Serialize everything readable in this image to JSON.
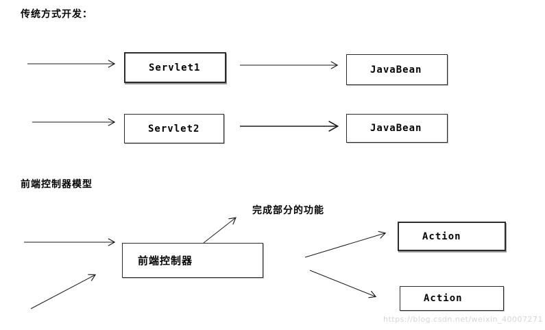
{
  "sections": {
    "traditional": {
      "title": "传统方式开发：",
      "rows": [
        {
          "left_box": "Servlet1",
          "right_box": "JavaBean"
        },
        {
          "left_box": "Servlet2",
          "right_box": "JavaBean"
        }
      ]
    },
    "front_controller": {
      "title": "前端控制器模型",
      "annotation": "完成部分的功能",
      "controller_box": "前端控制器",
      "action_boxes": [
        {
          "label": "Action"
        },
        {
          "label": "Action"
        }
      ]
    }
  },
  "watermark": "https://blog.csdn.net/weixin_40007271",
  "colors": {
    "background": "#ffffff",
    "line": "#1a1a1a",
    "box_border": "#2b2b2b",
    "watermark": "#d6d6d6"
  }
}
